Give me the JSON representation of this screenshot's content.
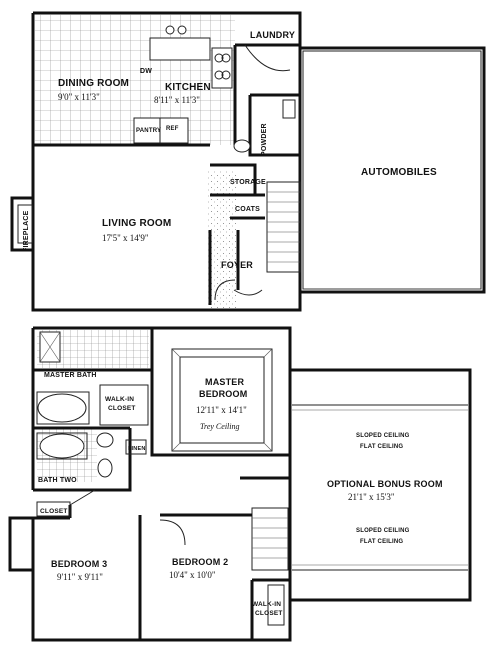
{
  "floor1": {
    "dining_room": {
      "name": "DINING ROOM",
      "size": "9'0\" x 11'3\""
    },
    "kitchen": {
      "name": "KITCHEN",
      "size": "8'11\" x 11'3\""
    },
    "laundry": "LAUNDRY",
    "dw": "DW",
    "pantry": "PANTRY",
    "ref": "REF",
    "powder": "POWDER",
    "storage": "STORAGE",
    "coats": "COATS",
    "living_room": {
      "name": "LIVING ROOM",
      "size": "17'5\" x 14'9\""
    },
    "fireplace": "FIREPLACE",
    "foyer": "FOYER",
    "automobiles": "AUTOMOBILES"
  },
  "floor2": {
    "master_bath": "MASTER BATH",
    "master_bedroom": {
      "name_line1": "MASTER",
      "name_line2": "BEDROOM",
      "size": "12'11\" x 14'1\"",
      "note": "Trey Ceiling"
    },
    "walk_in_closet_1": {
      "line1": "WALK-IN",
      "line2": "CLOSET"
    },
    "linen": "LINEN",
    "bath_two": "BATH TWO",
    "closet": "CLOSET",
    "bonus_room": {
      "name": "OPTIONAL BONUS ROOM",
      "size": "21'1\" x 15'3\"",
      "sloped_ceiling": "SLOPED CEILING",
      "flat_ceiling": "FLAT CEILING"
    },
    "bedroom3": {
      "name": "BEDROOM 3",
      "size": "9'11\" x 9'11\""
    },
    "bedroom2": {
      "name": "BEDROOM 2",
      "size": "10'4\" x 10'0\""
    },
    "walk_in_closet_2": {
      "line1": "WALK-IN",
      "line2": "CLOSET"
    }
  }
}
